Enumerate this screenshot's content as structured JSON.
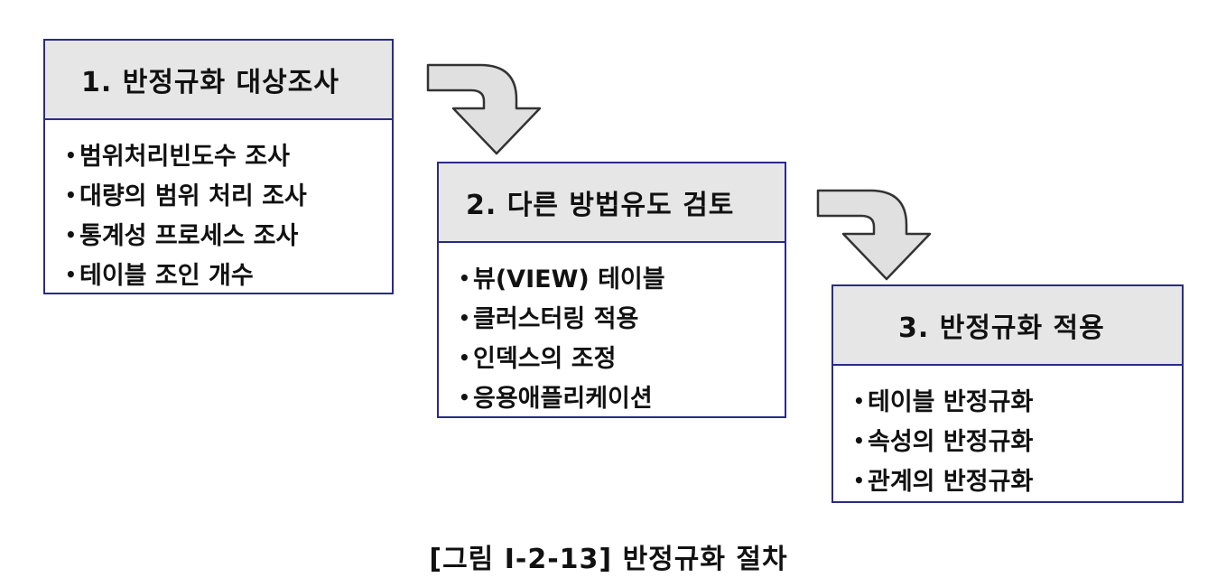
{
  "steps": [
    {
      "title": "1. 반정규화 대상조사",
      "items": [
        "범위처리빈도수 조사",
        "대량의 범위 처리 조사",
        "통계성 프로세스 조사",
        "테이블 조인 개수"
      ]
    },
    {
      "title": "2. 다른 방법유도 검토",
      "items": [
        "뷰(VIEW) 테이블",
        "클러스터링 적용",
        "인덱스의 조정",
        "응용애플리케이션"
      ]
    },
    {
      "title": "3. 반정규화 적용",
      "items": [
        "테이블 반정규화",
        "속성의 반정규화",
        "관계의 반정규화"
      ]
    }
  ],
  "caption": "[그림 Ⅰ-2-13] 반정규화 절차",
  "colors": {
    "border": "#2a2a8a",
    "header_fill": "#e6e6e6",
    "arrow_fill": "#e0e0e0",
    "arrow_stroke": "#333333"
  }
}
